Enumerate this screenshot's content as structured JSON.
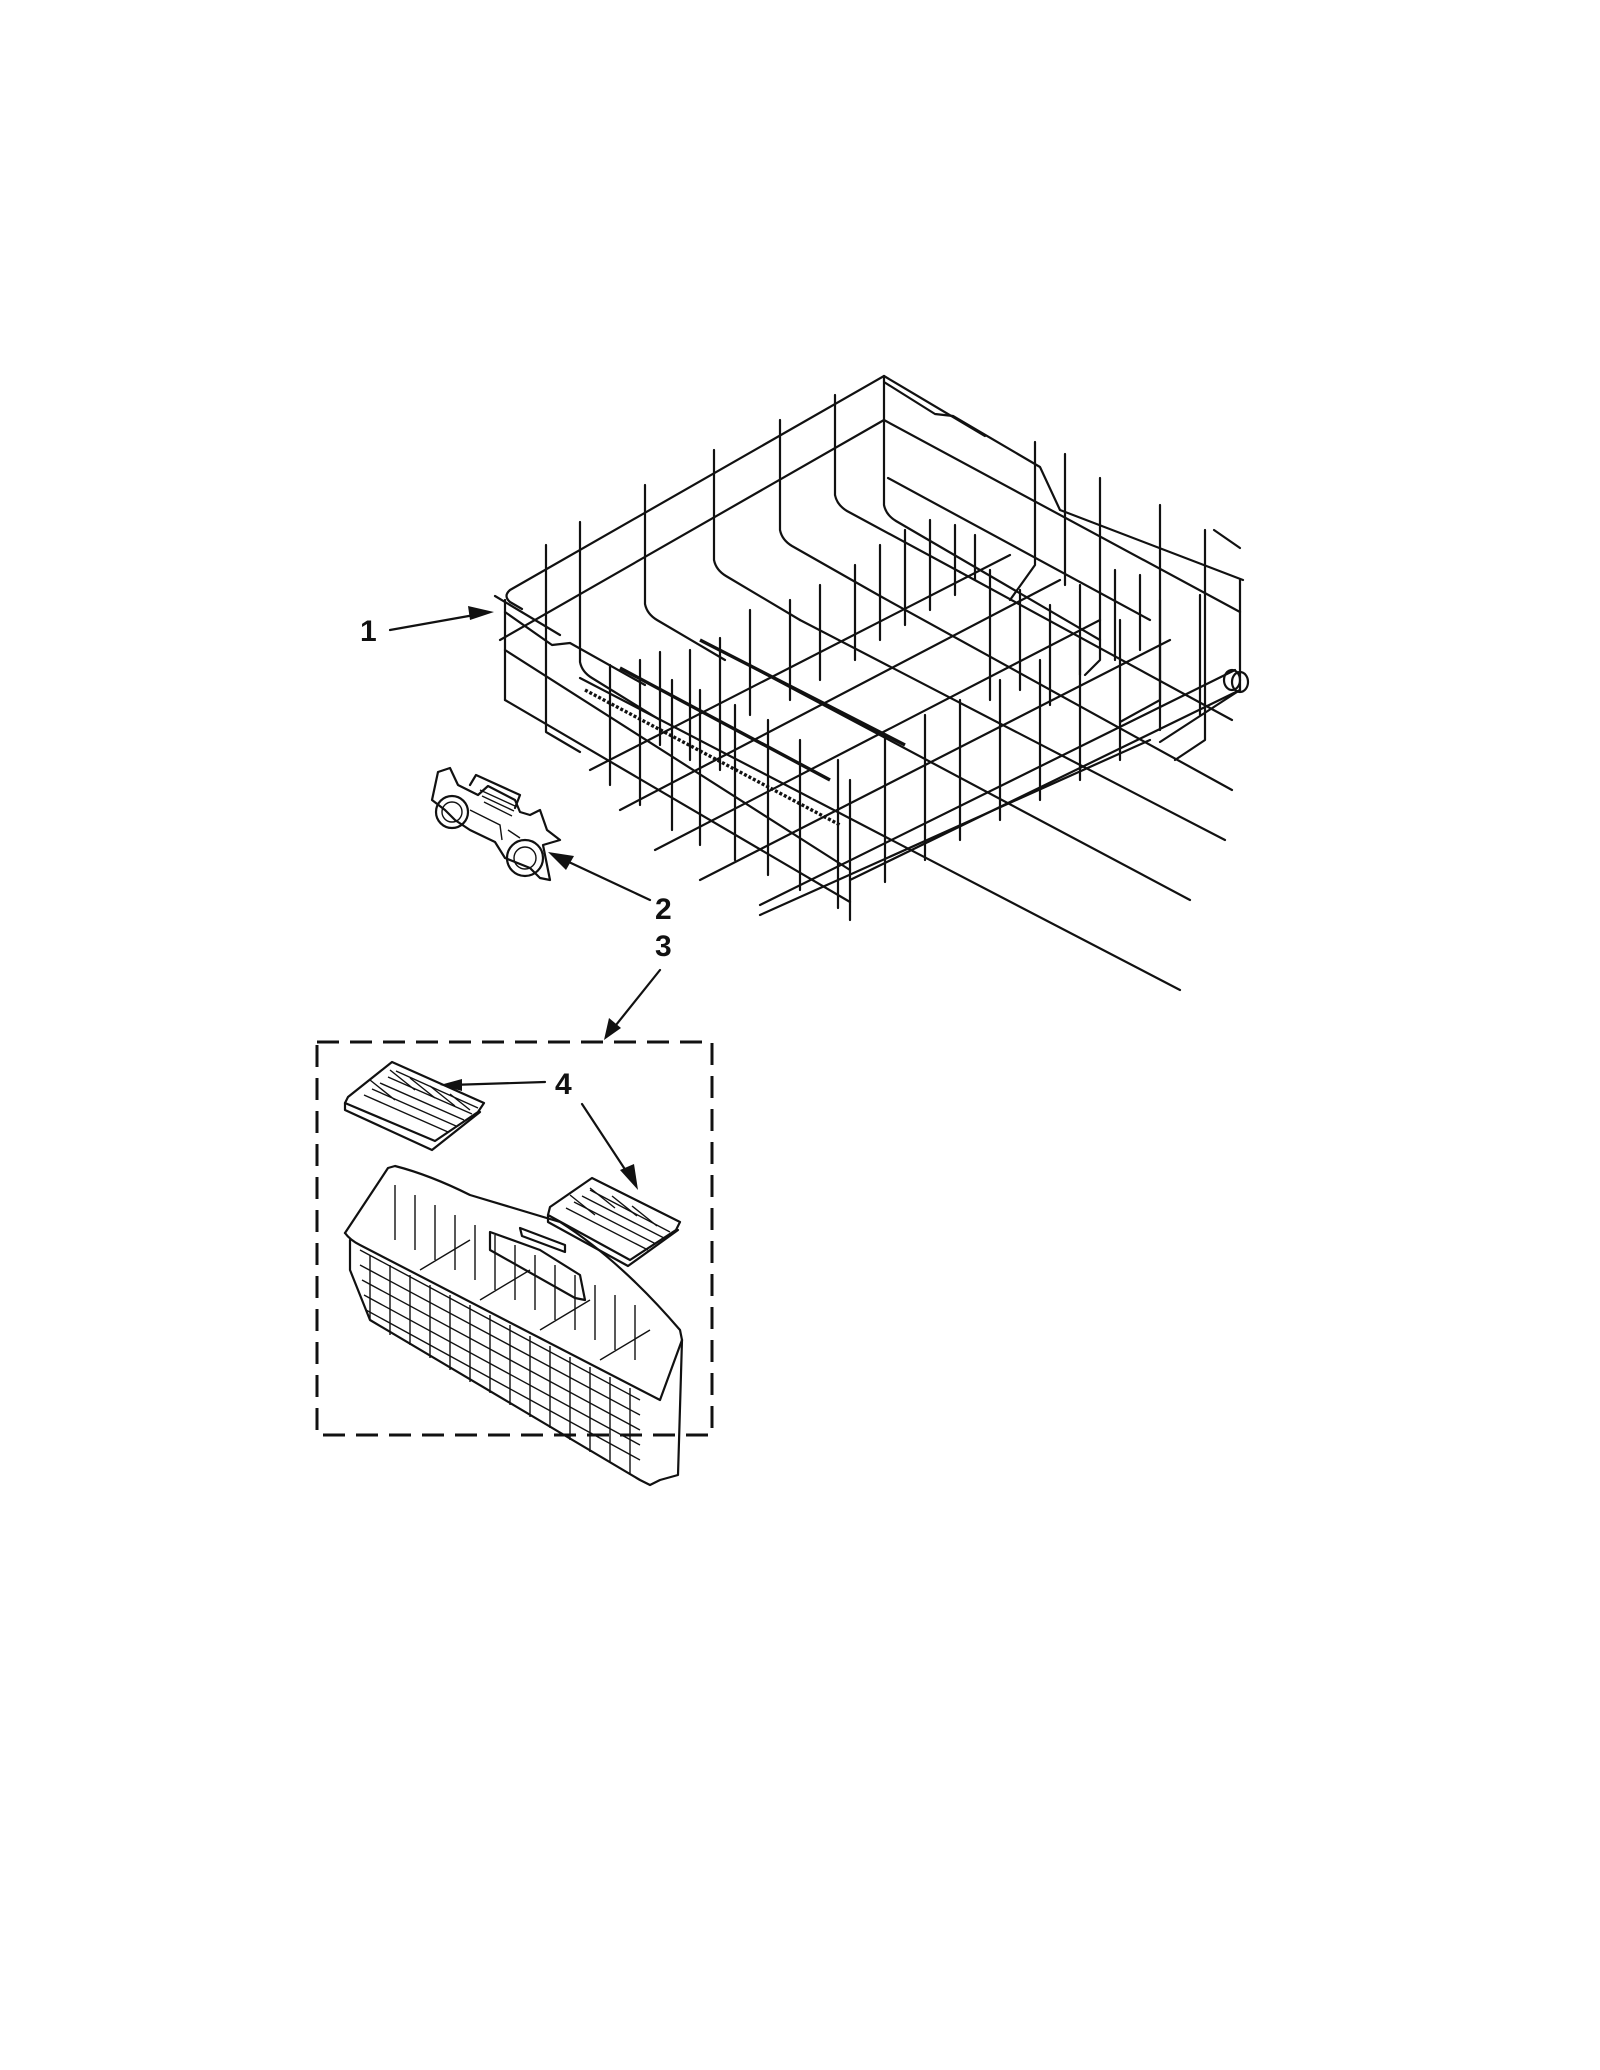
{
  "diagram": {
    "type": "exploded-parts-view",
    "subject": "Dishwasher lower rack and silverware basket",
    "callouts": [
      {
        "id": "1",
        "label": "1",
        "part": "lower-dish-rack"
      },
      {
        "id": "2",
        "label": "2",
        "part": "rack-roller-assembly"
      },
      {
        "id": "3",
        "label": "3",
        "part": "silverware-basket-kit"
      },
      {
        "id": "4",
        "label": "4",
        "part": "basket-lid"
      }
    ],
    "colors": {
      "line": "#111111",
      "background": "#ffffff"
    }
  }
}
